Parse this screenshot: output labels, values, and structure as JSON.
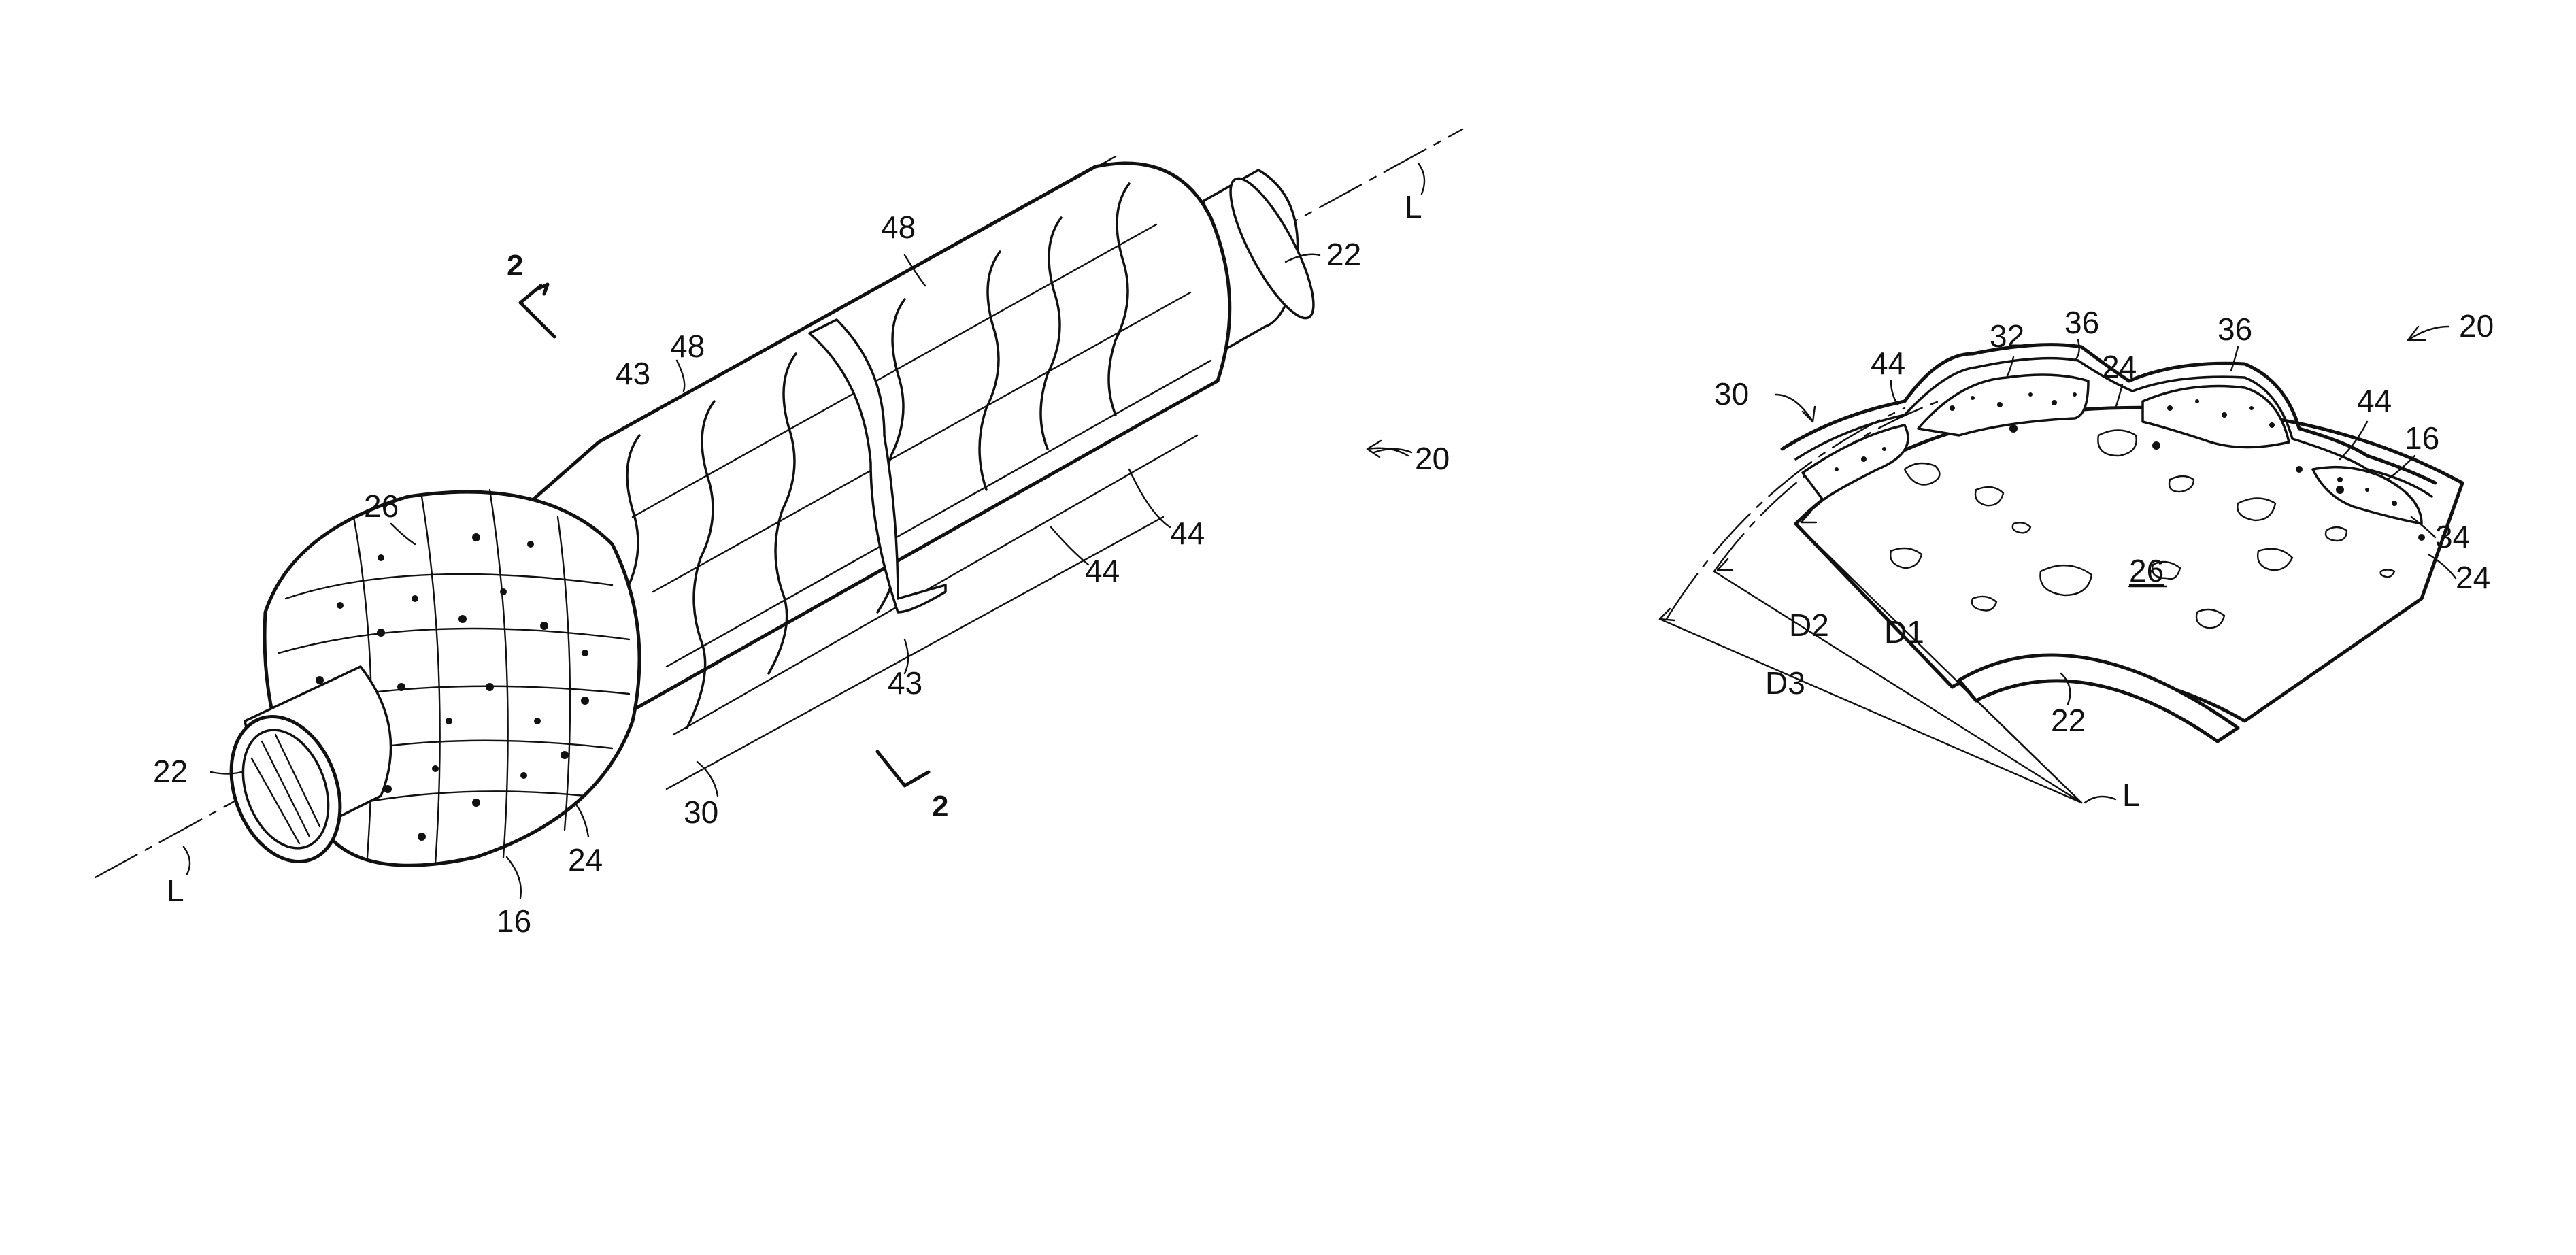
{
  "figure": {
    "left_view": {
      "labels": {
        "ref_22_right": "22",
        "axis_L_right": "L",
        "section_2_top": "2",
        "ref_48_upper": "48",
        "ref_48_mid": "48",
        "ref_43_upper": "43",
        "ref_20": "20",
        "ref_26": "26",
        "ref_44_a": "44",
        "ref_44_b": "44",
        "ref_43_lower": "43",
        "section_2_bottom": "2",
        "ref_22_left": "22",
        "ref_30": "30",
        "ref_24": "24",
        "axis_L_left": "L",
        "ref_16": "16"
      }
    },
    "right_view": {
      "labels": {
        "ref_20": "20",
        "ref_32": "32",
        "ref_36_a": "36",
        "ref_36_b": "36",
        "ref_44_a": "44",
        "ref_24_a": "24",
        "ref_30": "30",
        "ref_44_b": "44",
        "ref_16": "16",
        "ref_34": "34",
        "ref_26": "26",
        "ref_24_b": "24",
        "dim_D2": "D2",
        "dim_D1": "D1",
        "dim_D3": "D3",
        "ref_22": "22",
        "axis_L": "L"
      }
    }
  },
  "colors": {
    "ink": "#111111",
    "paper": "#ffffff"
  }
}
